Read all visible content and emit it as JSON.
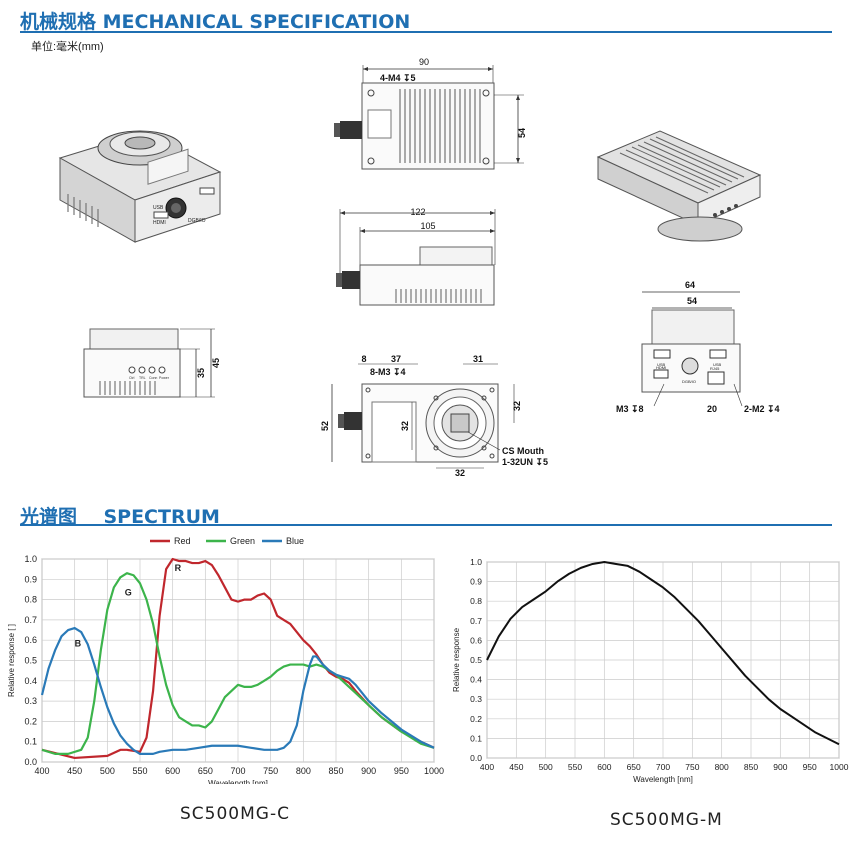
{
  "mech": {
    "title": "机械规格 MECHANICAL SPECIFICATION",
    "unit": "单位:毫米(mm)"
  },
  "spec": {
    "title": "光谱图    SPECTRUM"
  },
  "dims": {
    "top_width": "90",
    "top_height": "54",
    "top_holes": "4-M4 ↧5",
    "side_122": "122",
    "side_105": "105",
    "front_35": "35",
    "front_45": "45",
    "lens_8": "8",
    "lens_37": "37",
    "lens_31": "31",
    "lens_holes": "8-M3 ↧4",
    "lens_52": "52",
    "lens_32a": "32",
    "lens_32b": "32",
    "lens_32c": "32",
    "cs_mouth": "CS Mouth",
    "cs_thread": "1-32UN ↧5",
    "back_64": "64",
    "back_54": "54",
    "back_m3": "M3 ↧8",
    "back_20": "20",
    "back_m2": "2-M2 ↧4"
  },
  "ports": {
    "usb": "USB",
    "hdmi": "HDMI",
    "dgio": "DGB/IO",
    "rj45": "RJ45",
    "led1": "Ctrl",
    "led2": "TRL",
    "led3": "Conn",
    "led4": "Power"
  },
  "curve_labels": {
    "r": "R",
    "g": "G",
    "b": "B"
  },
  "captions": {
    "color": "SC500MG-C",
    "mono": "SC500MG-M"
  },
  "colors": {
    "accent": "#1f6fb2",
    "red": "#c0272d",
    "green": "#3cb44b",
    "blue": "#2a7ab8"
  },
  "chart_data": [
    {
      "type": "line",
      "title": "",
      "xlabel": "Wavelength [nm]",
      "ylabel": "Relative response [ ]",
      "xlim": [
        400,
        1000
      ],
      "ylim": [
        0,
        1.0
      ],
      "xticks": [
        400,
        450,
        500,
        550,
        600,
        650,
        700,
        750,
        800,
        850,
        900,
        950,
        1000
      ],
      "yticks": [
        0,
        0.1,
        0.2,
        0.3,
        0.4,
        0.5,
        0.6,
        0.7,
        0.8,
        0.9,
        1.0
      ],
      "grid": true,
      "legend": "top-center",
      "series": [
        {
          "name": "Red",
          "color": "#c0272d",
          "x": [
            400,
            450,
            500,
            520,
            530,
            550,
            560,
            570,
            580,
            590,
            600,
            610,
            620,
            630,
            640,
            650,
            660,
            670,
            680,
            690,
            700,
            710,
            720,
            730,
            740,
            750,
            760,
            770,
            780,
            790,
            800,
            810,
            820,
            830,
            840,
            850,
            860,
            870,
            880,
            900,
            920,
            950,
            980,
            1000
          ],
          "y": [
            0.06,
            0.02,
            0.03,
            0.06,
            0.06,
            0.05,
            0.12,
            0.35,
            0.72,
            0.95,
            1.0,
            0.99,
            0.99,
            0.98,
            0.98,
            0.99,
            0.97,
            0.92,
            0.86,
            0.8,
            0.79,
            0.8,
            0.8,
            0.82,
            0.83,
            0.8,
            0.72,
            0.7,
            0.68,
            0.64,
            0.6,
            0.57,
            0.53,
            0.48,
            0.44,
            0.42,
            0.41,
            0.39,
            0.35,
            0.28,
            0.22,
            0.15,
            0.1,
            0.07
          ]
        },
        {
          "name": "Green",
          "color": "#3cb44b",
          "x": [
            400,
            420,
            440,
            460,
            470,
            480,
            490,
            500,
            510,
            520,
            530,
            540,
            550,
            560,
            570,
            580,
            590,
            600,
            610,
            620,
            630,
            640,
            650,
            660,
            670,
            680,
            690,
            700,
            710,
            720,
            730,
            740,
            750,
            760,
            770,
            780,
            790,
            800,
            810,
            820,
            830,
            840,
            850,
            860,
            870,
            880,
            900,
            920,
            950,
            980,
            1000
          ],
          "y": [
            0.06,
            0.04,
            0.04,
            0.06,
            0.12,
            0.3,
            0.55,
            0.75,
            0.86,
            0.91,
            0.93,
            0.92,
            0.88,
            0.8,
            0.68,
            0.52,
            0.38,
            0.28,
            0.22,
            0.2,
            0.18,
            0.18,
            0.17,
            0.2,
            0.26,
            0.32,
            0.35,
            0.38,
            0.37,
            0.37,
            0.38,
            0.4,
            0.42,
            0.45,
            0.47,
            0.48,
            0.48,
            0.48,
            0.47,
            0.48,
            0.47,
            0.45,
            0.43,
            0.4,
            0.37,
            0.34,
            0.28,
            0.22,
            0.15,
            0.09,
            0.07
          ]
        },
        {
          "name": "Blue",
          "color": "#2a7ab8",
          "x": [
            400,
            410,
            420,
            430,
            440,
            450,
            460,
            470,
            480,
            490,
            500,
            510,
            520,
            530,
            540,
            550,
            560,
            570,
            580,
            600,
            620,
            640,
            660,
            680,
            700,
            720,
            740,
            760,
            770,
            780,
            790,
            800,
            810,
            815,
            820,
            830,
            840,
            850,
            860,
            870,
            880,
            900,
            920,
            950,
            980,
            1000
          ],
          "y": [
            0.33,
            0.46,
            0.55,
            0.62,
            0.65,
            0.66,
            0.64,
            0.58,
            0.48,
            0.37,
            0.27,
            0.19,
            0.13,
            0.09,
            0.06,
            0.04,
            0.04,
            0.04,
            0.05,
            0.06,
            0.06,
            0.07,
            0.08,
            0.08,
            0.08,
            0.07,
            0.06,
            0.06,
            0.07,
            0.1,
            0.18,
            0.35,
            0.48,
            0.52,
            0.52,
            0.48,
            0.45,
            0.43,
            0.42,
            0.41,
            0.38,
            0.3,
            0.24,
            0.16,
            0.1,
            0.07
          ]
        }
      ]
    },
    {
      "type": "line",
      "title": "",
      "xlabel": "Wavelength [nm]",
      "ylabel": "Relative response",
      "xlim": [
        400,
        1000
      ],
      "ylim": [
        0,
        1.0
      ],
      "xticks": [
        400,
        450,
        500,
        550,
        600,
        650,
        700,
        750,
        800,
        850,
        900,
        950,
        1000
      ],
      "yticks": [
        0,
        0.1,
        0.2,
        0.3,
        0.4,
        0.5,
        0.6,
        0.7,
        0.8,
        0.9,
        1.0
      ],
      "grid": true,
      "series": [
        {
          "name": "",
          "color": "#111111",
          "x": [
            400,
            420,
            440,
            460,
            480,
            500,
            520,
            540,
            560,
            580,
            600,
            620,
            640,
            660,
            680,
            700,
            720,
            740,
            760,
            780,
            800,
            820,
            840,
            860,
            880,
            900,
            920,
            940,
            960,
            980,
            1000
          ],
          "y": [
            0.5,
            0.62,
            0.71,
            0.77,
            0.81,
            0.85,
            0.9,
            0.94,
            0.97,
            0.99,
            1.0,
            0.99,
            0.98,
            0.95,
            0.91,
            0.87,
            0.82,
            0.76,
            0.7,
            0.63,
            0.56,
            0.49,
            0.42,
            0.36,
            0.3,
            0.25,
            0.21,
            0.17,
            0.13,
            0.1,
            0.07
          ]
        }
      ]
    }
  ]
}
